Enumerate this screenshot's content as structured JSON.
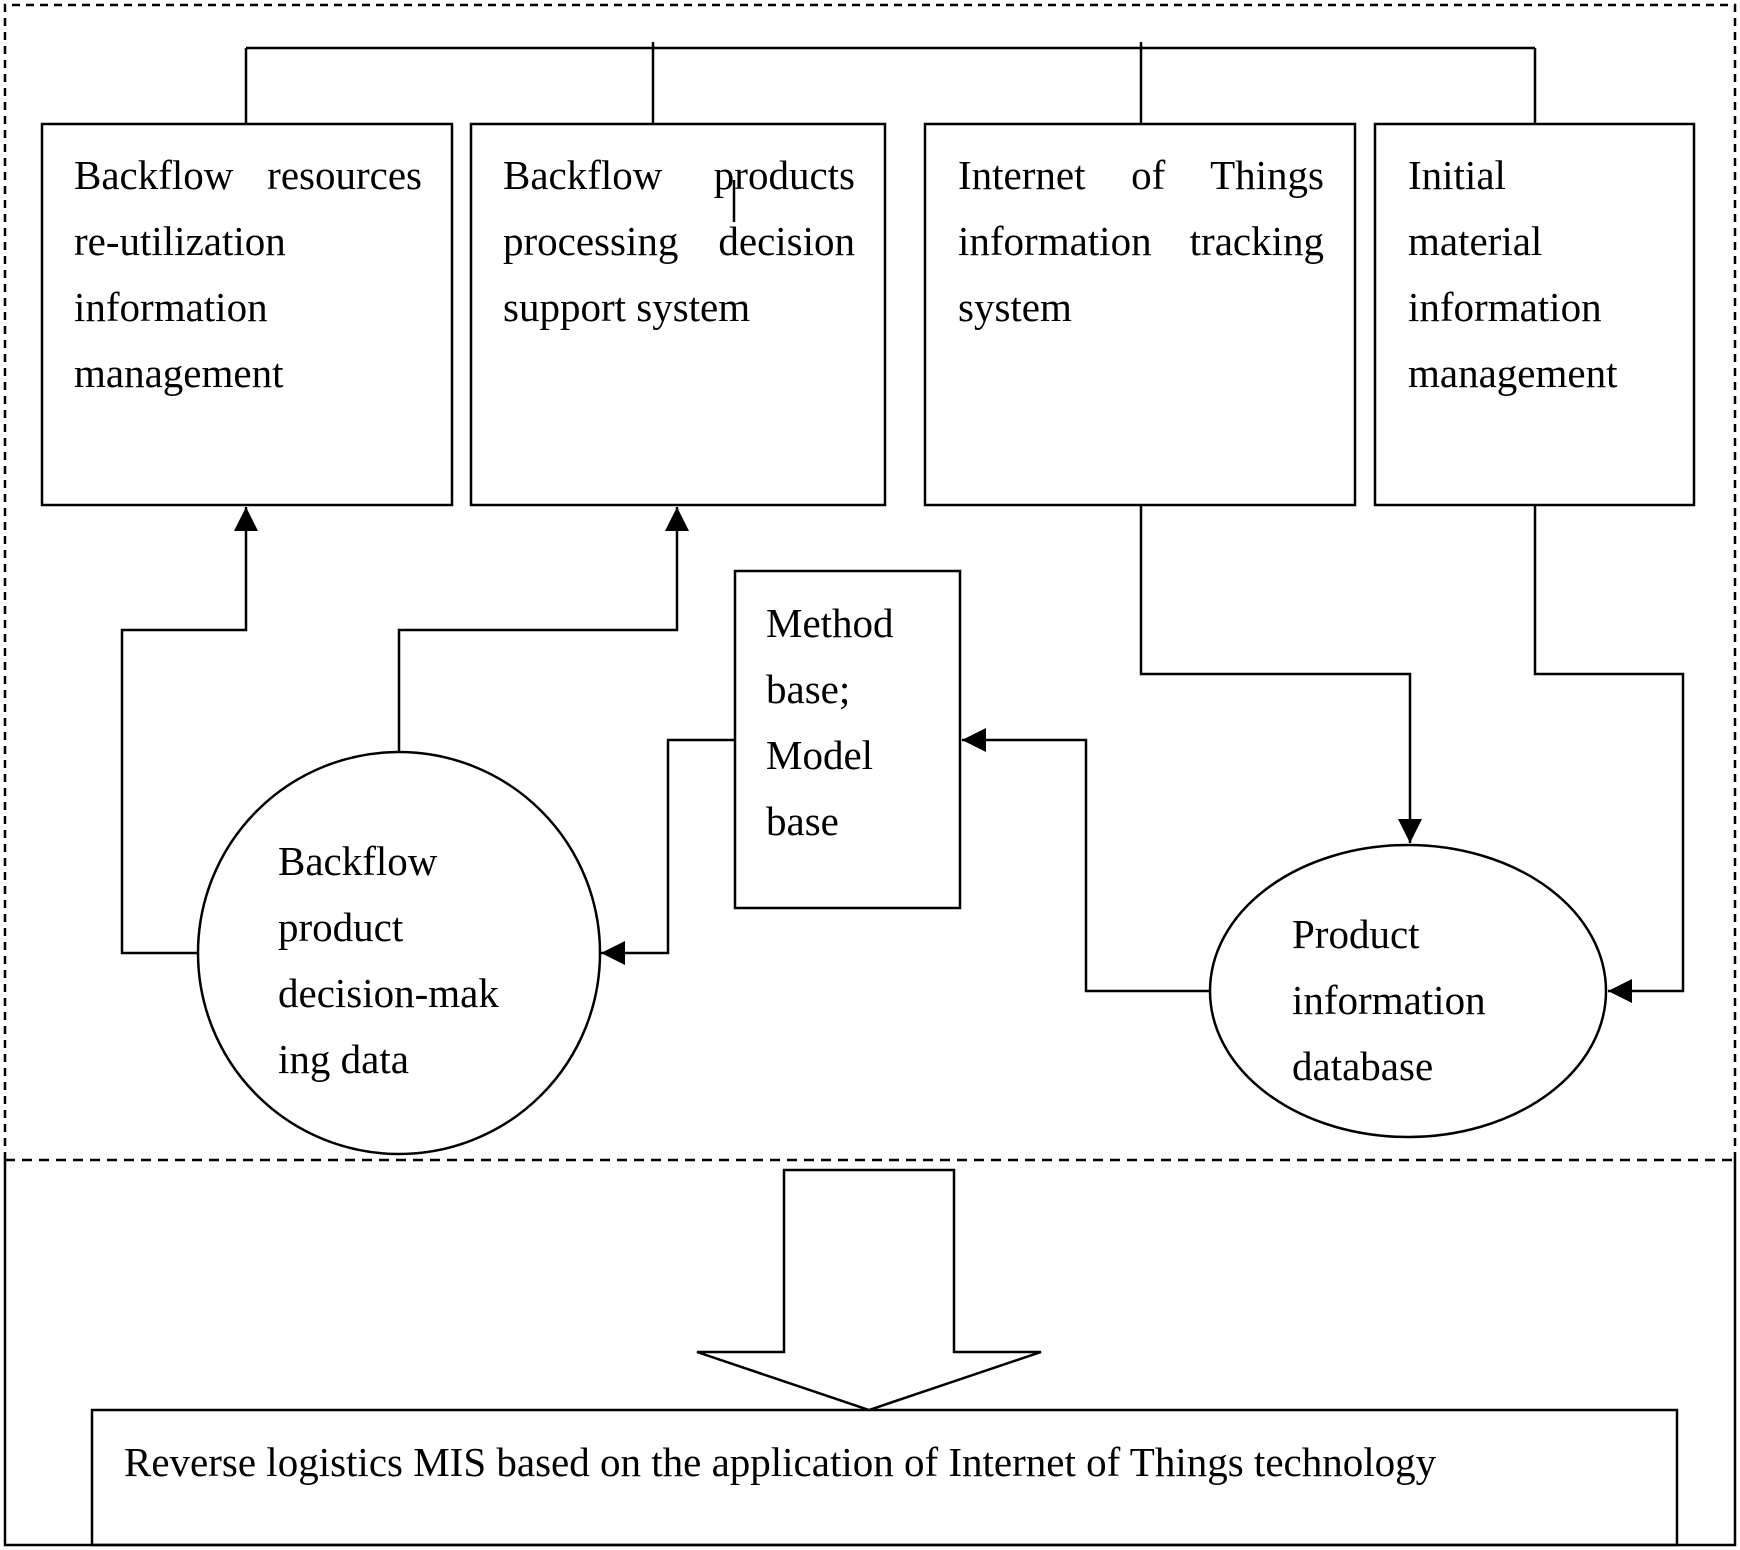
{
  "nodes": {
    "box_resources": {
      "lines": [
        "Backflow resources",
        "re-utilization",
        "information",
        "management"
      ]
    },
    "box_processing": {
      "lines": [
        "Backflow products",
        "processing decision",
        "support system"
      ]
    },
    "box_iot": {
      "lines": [
        "Internet of Things",
        "information tracking",
        "system"
      ]
    },
    "box_initial": {
      "lines": [
        "Initial",
        "material",
        "information",
        "management"
      ]
    },
    "method_box": {
      "lines": [
        "Method",
        "base;",
        "Model",
        "base"
      ]
    },
    "decision_circle": {
      "lines": [
        "Backflow",
        "product",
        "decision-mak",
        "ing data"
      ]
    },
    "product_db": {
      "lines": [
        "Product",
        "information",
        "database"
      ]
    },
    "result_box": {
      "text": "Reverse logistics MIS based on the application of Internet of Things technology"
    }
  },
  "colors": {
    "stroke": "#000000",
    "background": "#ffffff"
  }
}
